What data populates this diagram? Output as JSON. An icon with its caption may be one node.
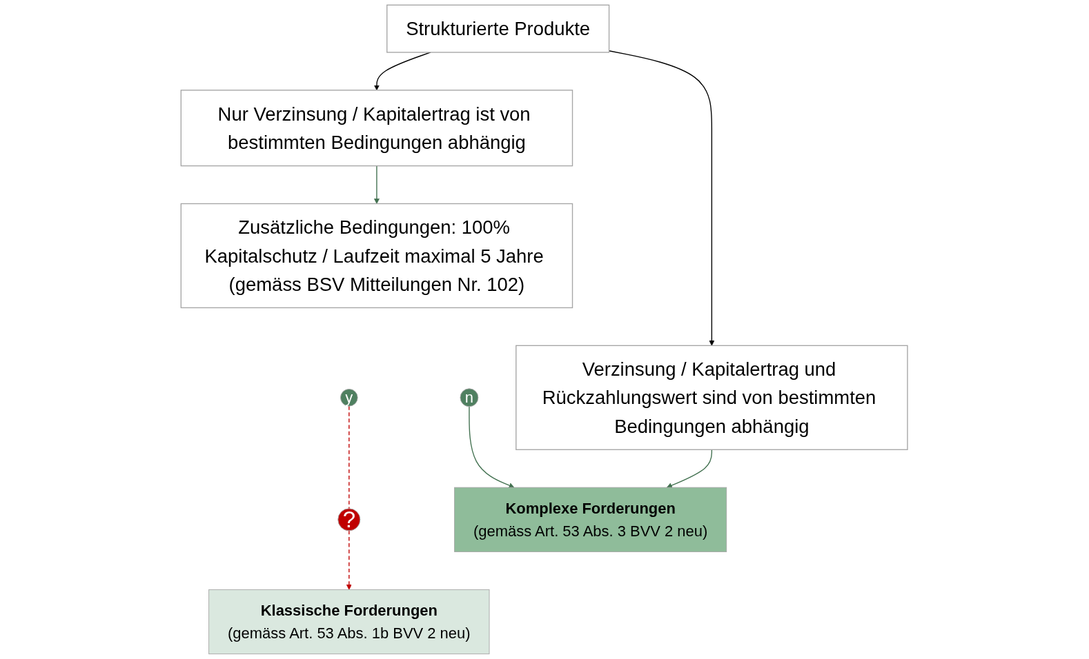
{
  "diagram": {
    "nodes": [
      {
        "text": [
          "Strukturierte Produkte"
        ]
      },
      {
        "text": [
          "Nur Verzinsung / Kapitalertrag ist von bestimmten Bedingungen abhängig"
        ]
      },
      {
        "text": [
          "Verzinsung / Kapitalertrag und Rückzahlungswert sind von bestimmten Bedingungen abhängig"
        ]
      },
      {
        "text": [
          "Zusätzliche Bedingungen: 100% Kapitalschutz / Laufzeit maximal 5 Jahre (gemäss BSV Mitteilungen Nr. 102)"
        ]
      },
      {
        "text": [
          "n"
        ]
      },
      {
        "text": [
          "y"
        ]
      },
      {
        "text": [
          "?"
        ]
      },
      {
        "text": [
          "Klassische Forderungen",
          "(gemäss Art. 53 Abs. 1b BVV 2 neu)"
        ]
      },
      {
        "text": [
          "Komplexe Forderungen",
          "(gemäss Art. 53 Abs. 3 BVV 2 neu)"
        ]
      }
    ],
    "edges": [
      {
        "from": 0,
        "to": 1,
        "arrow": "to",
        "color": "#000000"
      },
      {
        "from": 0,
        "to": 2,
        "arrow": "to",
        "color": "#000000"
      },
      {
        "from": 1,
        "to": 3,
        "arrow": "to",
        "color": "#41704f"
      },
      {
        "from": 2,
        "to": 8,
        "arrow": "to",
        "color": "#41704f"
      },
      {
        "from": 4,
        "to": 8,
        "arrow": "to",
        "color": "#41704f"
      },
      {
        "from": 5,
        "to": 6,
        "arrow": "none",
        "style": "dashed",
        "color": "#c00000"
      },
      {
        "from": 6,
        "to": 7,
        "arrow": "to",
        "style": "dashed",
        "color": "#c00000"
      }
    ]
  }
}
